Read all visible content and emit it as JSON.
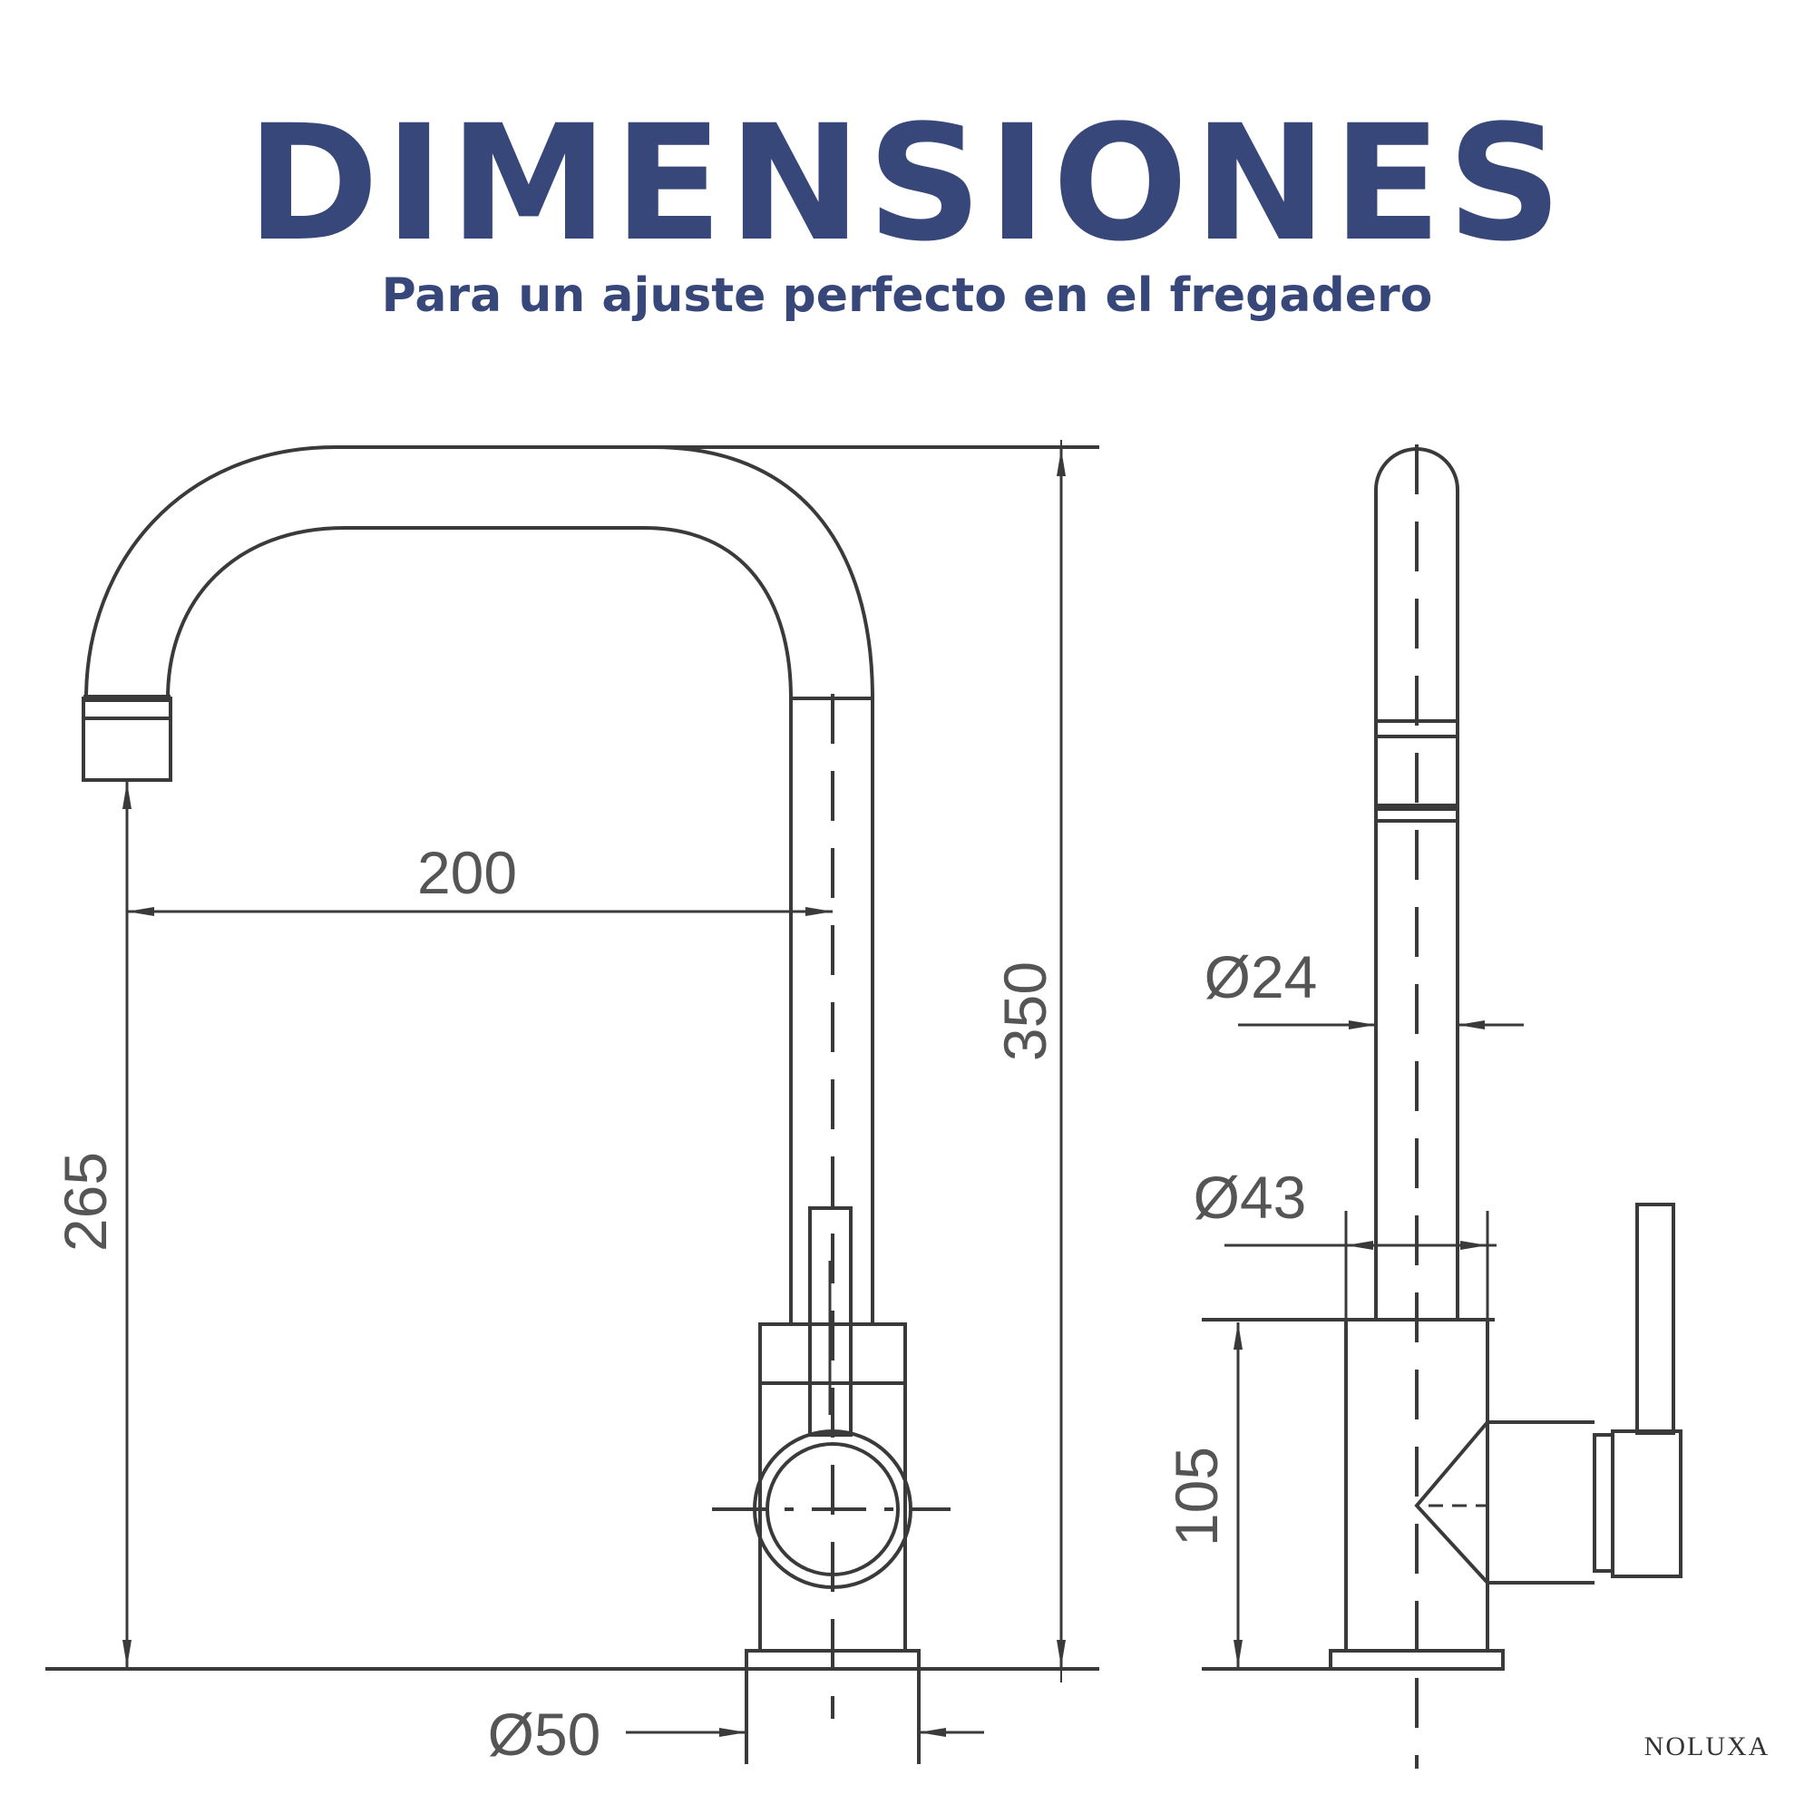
{
  "header": {
    "title": "DIMENSIONES",
    "subtitle": "Para un ajuste perfecto en el fregadero"
  },
  "dimensions": {
    "spout_reach": "200",
    "total_height": "350",
    "spout_height": "265",
    "base_diameter": "Ø50",
    "spout_diameter": "Ø24",
    "body_diameter": "Ø43",
    "body_height": "105"
  },
  "brand": "NOLUXA",
  "colors": {
    "title": "#37477a",
    "lines": "#3a3a3a",
    "dimension_text": "#555555"
  }
}
